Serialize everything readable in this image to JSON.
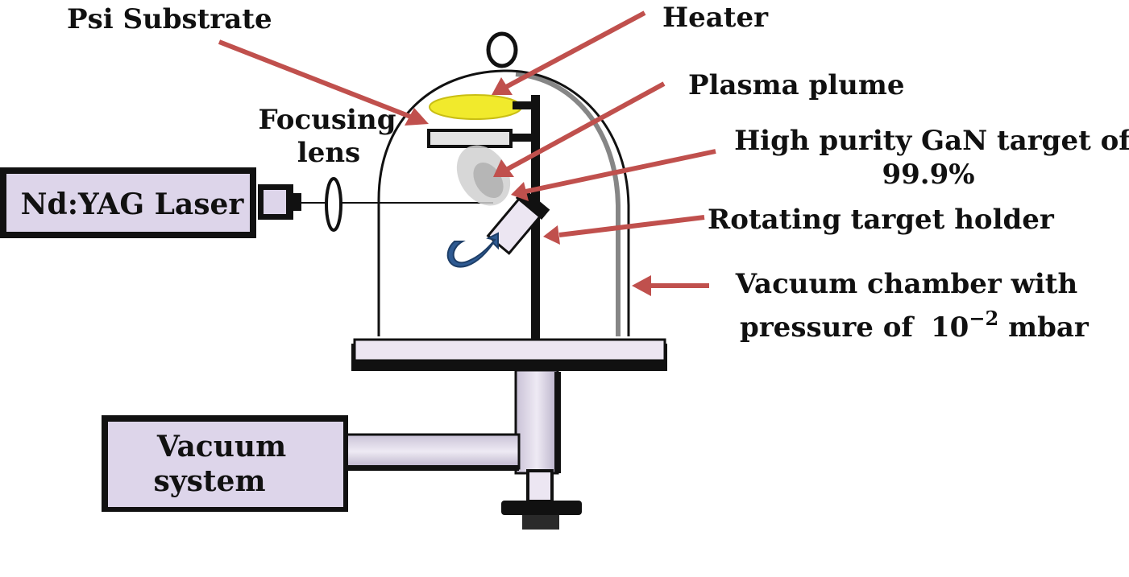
{
  "diagram": {
    "labels": {
      "psi_substrate": "Psi Substrate",
      "heater": "Heater",
      "plasma_plume": "Plasma plume",
      "focusing_lens_line1": "Focusing",
      "focusing_lens_line2": "lens",
      "gan_target_line1": "High purity GaN target of",
      "gan_target_line2": "99.9%",
      "rotating_target_holder": "Rotating target holder",
      "vacuum_chamber_line1": "Vacuum chamber with",
      "vacuum_chamber_line2_prefix": "pressure of",
      "vacuum_chamber_pressure_base": "10",
      "vacuum_chamber_pressure_exp": "−2",
      "vacuum_chamber_pressure_unit": "mbar",
      "laser_box": "Nd:YAG Laser",
      "vacuum_system_line1": "Vacuum",
      "vacuum_system_line2": "system"
    },
    "colors": {
      "arrow": "#c0504d",
      "box_fill": "#ddd5ea",
      "heater": "#f1ea2c",
      "rotation_arrow": "#2e5a92",
      "outline": "#111111"
    }
  }
}
